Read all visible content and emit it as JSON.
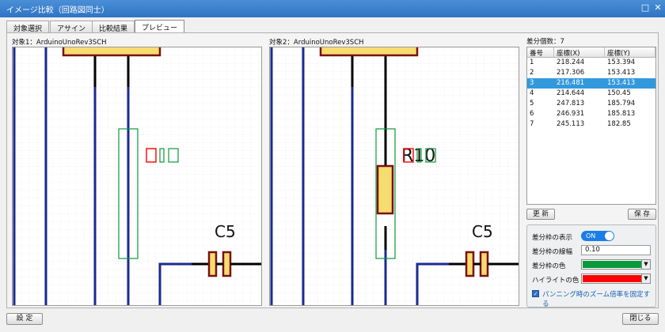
{
  "window": {
    "title": "イメージ比較（回路図同士）",
    "maximize_glyph": "□",
    "close_glyph": "✕"
  },
  "tabs": [
    {
      "label": "対象選択"
    },
    {
      "label": "アサイン"
    },
    {
      "label": "比較結果"
    },
    {
      "label": "プレビュー",
      "active": true
    }
  ],
  "views": {
    "left": {
      "label": "対象1：ArduinoUnoRev3SCH",
      "ref_label": "C5"
    },
    "right": {
      "label": "対象2：ArduinoUnoRev3SCH",
      "ref_label": "C5",
      "resistor_label": "R10"
    }
  },
  "diff": {
    "count_label": "差分個数：7",
    "columns": [
      "番号",
      "座標(X)",
      "座標(Y)"
    ],
    "rows": [
      {
        "no": "1",
        "x": "218.244",
        "y": "153.394"
      },
      {
        "no": "2",
        "x": "217.306",
        "y": "153.413"
      },
      {
        "no": "3",
        "x": "216.481",
        "y": "153.413",
        "selected": true
      },
      {
        "no": "4",
        "x": "214.644",
        "y": "150.45"
      },
      {
        "no": "5",
        "x": "247.813",
        "y": "185.794"
      },
      {
        "no": "6",
        "x": "246.931",
        "y": "185.813"
      },
      {
        "no": "7",
        "x": "245.113",
        "y": "182.85"
      }
    ],
    "update_label": "更 新",
    "save_label": "保 存"
  },
  "settings": {
    "show_frame_label": "差分枠の表示",
    "toggle_label": "ON",
    "line_width_label": "差分枠の線幅",
    "line_width_value": "0.10",
    "frame_color_label": "差分枠の色",
    "frame_color": "#0a9a3c",
    "highlight_color_label": "ハイライトの色",
    "highlight_color": "#ff0000",
    "fix_zoom_label": "パンニング時のズーム倍率を固定する",
    "fix_zoom_checked": true
  },
  "footer": {
    "settings_label": "設 定",
    "close_label": "閉じる"
  },
  "colors": {
    "wire_blue": "#1b2a8f",
    "wire_black": "#000000",
    "part_fill": "#f7dc6f",
    "part_border": "#7a1010",
    "diff_green": "#0a9a3c",
    "diff_red": "#ff0000"
  }
}
